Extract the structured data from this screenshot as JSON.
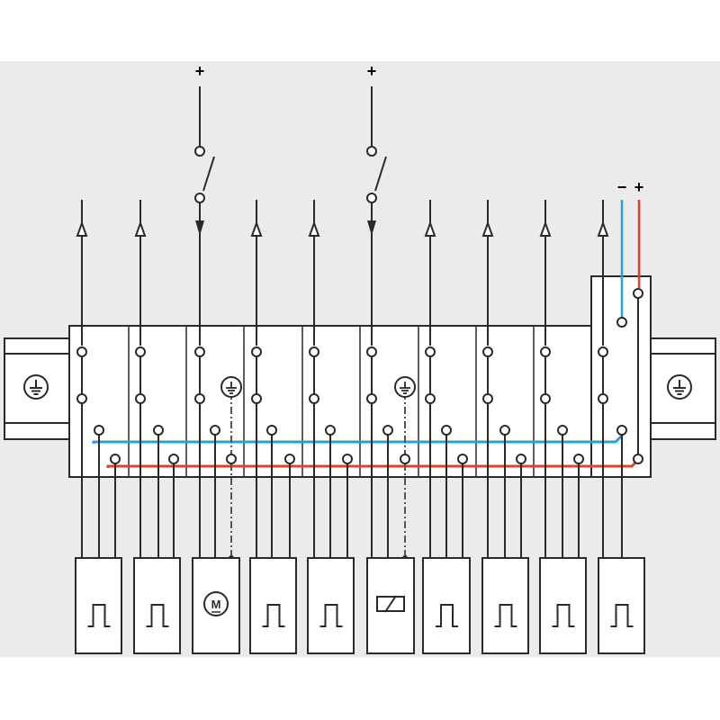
{
  "colors": {
    "background": "#ebebeb",
    "line": "#2a2a2a",
    "minus_bus": "#2a9fd4",
    "plus_bus": "#e0422c",
    "earth_wire": "#555555",
    "outer_bg": "#ffffff"
  },
  "supply": {
    "switch_1_symbol": "+",
    "switch_2_symbol": "+",
    "minus_symbol": "−",
    "plus_symbol": "+"
  },
  "rail_earth_icons": [
    "protective-earth-icon",
    "protective-earth-icon"
  ],
  "modules": [
    {
      "id": "m1",
      "arrow": "output-arrow-up",
      "device": "pulse-icon"
    },
    {
      "id": "m2",
      "arrow": "output-arrow-up",
      "device": "pulse-icon"
    },
    {
      "id": "m3",
      "arrow": "input-arrow-down",
      "device": "motor-icon",
      "device_text": "M",
      "switched": true
    },
    {
      "id": "m4",
      "arrow": "output-arrow-up",
      "device": "pulse-icon"
    },
    {
      "id": "m5",
      "arrow": "output-arrow-up",
      "device": "pulse-icon"
    },
    {
      "id": "m6",
      "arrow": "input-arrow-down",
      "device": "relay-coil-icon",
      "switched": true
    },
    {
      "id": "m7",
      "arrow": "output-arrow-up",
      "device": "pulse-icon"
    },
    {
      "id": "m8",
      "arrow": "output-arrow-up",
      "device": "pulse-icon"
    },
    {
      "id": "m9",
      "arrow": "output-arrow-up",
      "device": "pulse-icon"
    },
    {
      "id": "m10",
      "arrow": "output-arrow-up",
      "device": "pulse-icon"
    }
  ]
}
